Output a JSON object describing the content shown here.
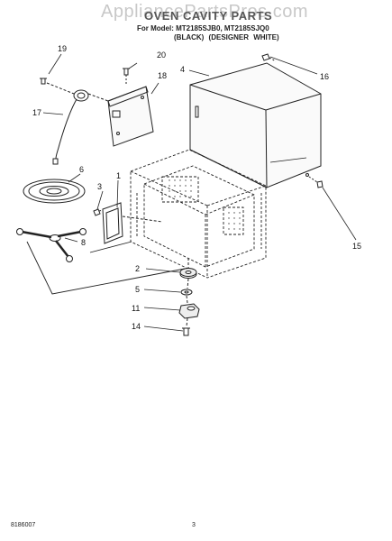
{
  "watermark": "AppliancePartsPros.com",
  "header": {
    "title": "OVEN CAVITY PARTS",
    "model_line": "For Model: MT2185SJB0, MT2185SJQ0",
    "color_line": "(BLACK)   (DESIGNER WHITE)"
  },
  "callouts": {
    "c1": "1",
    "c2": "2",
    "c3": "3",
    "c4": "4",
    "c5": "5",
    "c6": "6",
    "c8": "8",
    "c11": "11",
    "c14": "14",
    "c15": "15",
    "c16": "16",
    "c17": "17",
    "c18": "18",
    "c19": "19",
    "c20": "20"
  },
  "footer": {
    "code": "8186007",
    "page": "3"
  }
}
